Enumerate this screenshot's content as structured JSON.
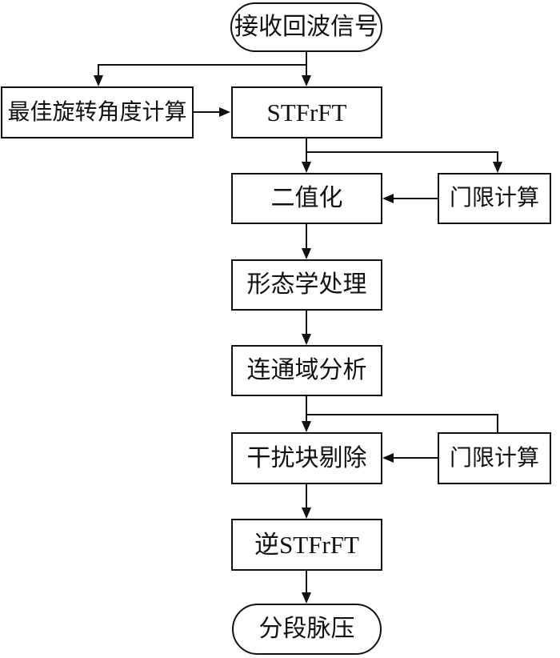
{
  "diagram": {
    "background_color": "#ffffff",
    "line_color": "#111111",
    "box_fill_color": "#ffffff",
    "nodes": {
      "start": {
        "label": "接收回波信号",
        "shape": "stadium"
      },
      "rotation": {
        "label": "最佳旋转角度计算",
        "shape": "rect"
      },
      "stfrft": {
        "label": "STFrFT",
        "shape": "rect"
      },
      "binarize": {
        "label": "二值化",
        "shape": "rect"
      },
      "threshold1": {
        "label": "门限计算",
        "shape": "rect"
      },
      "morphology": {
        "label": "形态学处理",
        "shape": "rect"
      },
      "connected_domain": {
        "label": "连通域分析",
        "shape": "rect"
      },
      "interference_removal": {
        "label": "干扰块剔除",
        "shape": "rect"
      },
      "threshold2": {
        "label": "门限计算",
        "shape": "rect"
      },
      "inverse_stfrft": {
        "label": "逆STFrFT",
        "shape": "rect"
      },
      "end": {
        "label": "分段脉压",
        "shape": "stadium"
      }
    },
    "edges": [
      {
        "from": "start",
        "to": "stfrft",
        "arrowhead": true
      },
      {
        "from": "start",
        "to": "rotation",
        "arrowhead": true
      },
      {
        "from": "rotation",
        "to": "stfrft",
        "arrowhead": true
      },
      {
        "from": "stfrft",
        "to": "binarize",
        "arrowhead": true
      },
      {
        "from": "stfrft",
        "to": "threshold1",
        "arrowhead": true
      },
      {
        "from": "threshold1",
        "to": "binarize",
        "arrowhead": true
      },
      {
        "from": "binarize",
        "to": "morphology",
        "arrowhead": true
      },
      {
        "from": "morphology",
        "to": "connected_domain",
        "arrowhead": true
      },
      {
        "from": "connected_domain",
        "to": "interference_removal",
        "arrowhead": true
      },
      {
        "from": "connected_domain",
        "to": "threshold2",
        "arrowhead": false
      },
      {
        "from": "threshold2",
        "to": "interference_removal",
        "arrowhead": true
      },
      {
        "from": "interference_removal",
        "to": "inverse_stfrft",
        "arrowhead": true
      },
      {
        "from": "inverse_stfrft",
        "to": "end",
        "arrowhead": true
      }
    ]
  }
}
